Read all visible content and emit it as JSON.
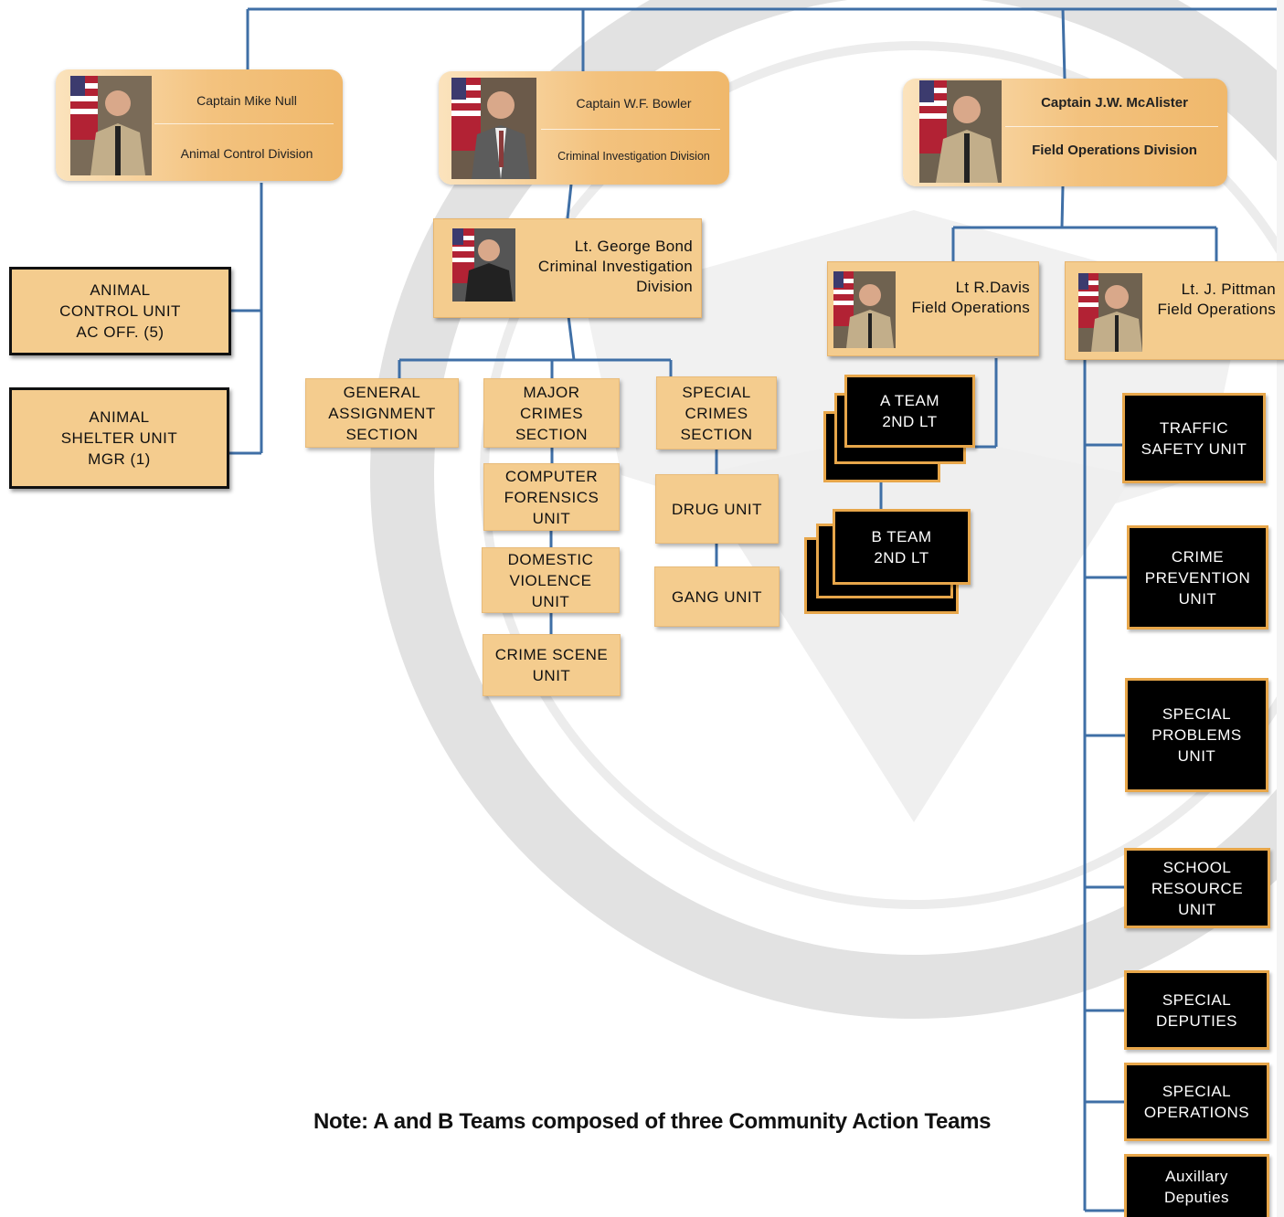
{
  "colors": {
    "connector": "#3f6fa6",
    "unit_fill": "#f4cc8e",
    "unit_border_accent": "#e7a64a",
    "black_fill": "#000000",
    "watermark": "#d9d9d9"
  },
  "captains": [
    {
      "name": "Captain Mike Null",
      "division": "Animal Control Division",
      "photo_icon": "deputy-uniform-photo"
    },
    {
      "name": "Captain W.F. Bowler",
      "division": "Criminal Investigation Division",
      "photo_icon": "suit-photo"
    },
    {
      "name": "Captain J.W.  McAlister",
      "division": "Field Operations Division",
      "photo_icon": "deputy-uniform-photo"
    }
  ],
  "lieutenants": [
    {
      "text": "Lt. George Bond\nCriminal Investigation\nDivision",
      "photo_icon": "suit-photo"
    },
    {
      "text": "Lt R.Davis\nField Operations",
      "photo_icon": "deputy-uniform-photo"
    },
    {
      "text": "Lt. J. Pittman\nField Operations",
      "photo_icon": "deputy-uniform-photo"
    }
  ],
  "animal_units": [
    "ANIMAL\nCONTROL UNIT\nAC OFF. (5)",
    "ANIMAL\nSHELTER UNIT\nMGR (1)"
  ],
  "cid_sections": [
    "GENERAL\nASSIGNMENT\nSECTION",
    "MAJOR\nCRIMES\nSECTION",
    "SPECIAL\nCRIMES\nSECTION"
  ],
  "major_crimes_units": [
    "COMPUTER\nFORENSICS\nUNIT",
    "DOMESTIC\nVIOLENCE\nUNIT",
    "CRIME SCENE\nUNIT"
  ],
  "special_crimes_units": [
    "DRUG UNIT",
    "GANG UNIT"
  ],
  "teams": [
    "A TEAM\n2ND LT",
    "B TEAM\n2ND LT"
  ],
  "field_units": [
    "TRAFFIC\nSAFETY UNIT",
    "CRIME\nPREVENTION\nUNIT",
    "SPECIAL\nPROBLEMS\nUNIT",
    "SCHOOL\nRESOURCE\nUNIT",
    "SPECIAL\nDEPUTIES",
    "SPECIAL\nOPERATIONS",
    "Auxillary\nDeputies"
  ],
  "note": "Note: A and B Teams composed of three Community Action Teams"
}
